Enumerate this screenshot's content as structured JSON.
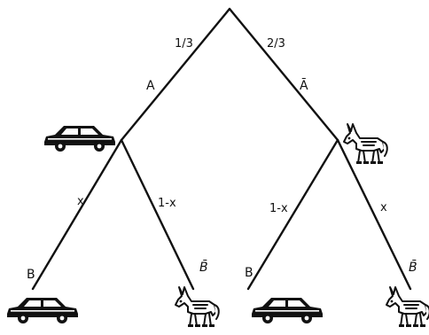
{
  "tree": {
    "level1": {
      "left_prob": "1/3",
      "right_prob": "2/3",
      "left_event": "A",
      "right_event": "Ā"
    },
    "left_subtree": {
      "left_prob": "x",
      "right_prob": "1-x",
      "left_event": "B",
      "right_event": "B̄"
    },
    "right_subtree": {
      "left_prob": "1-x",
      "right_prob": "x",
      "left_event": "B",
      "right_event": "B̄"
    }
  },
  "icons": {
    "car": "car-icon",
    "donkey": "donkey-icon"
  },
  "colors": {
    "ink": "#111111",
    "background": "#ffffff"
  }
}
